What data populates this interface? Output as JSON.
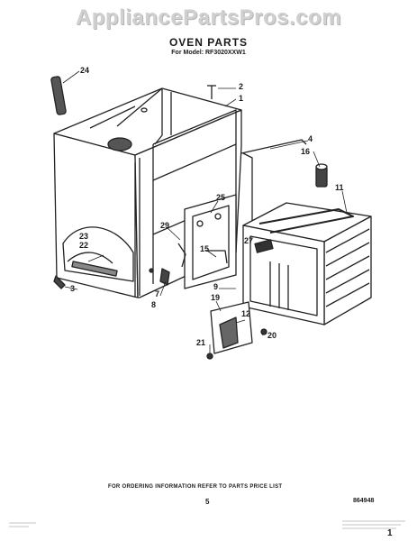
{
  "watermark": "AppliancePartsPros.com",
  "title": "OVEN PARTS",
  "subtitle": "For Model: RF3020XXW1",
  "callouts": {
    "c24": "24",
    "c2": "2",
    "c1": "1",
    "c4": "4",
    "c16": "16",
    "c11": "11",
    "c25": "25",
    "c29": "29",
    "c27": "27",
    "c15": "15",
    "c23": "23",
    "c22": "22",
    "c3": "3",
    "c7": "7",
    "c8": "8",
    "c9": "9",
    "c19": "19",
    "c12": "12",
    "c21": "21",
    "c20": "20"
  },
  "footer": {
    "instruction": "FOR ORDERING INFORMATION REFER TO PARTS PRICE LIST",
    "page_number": "5",
    "drawing_code": "864948",
    "page_mark": "1"
  }
}
